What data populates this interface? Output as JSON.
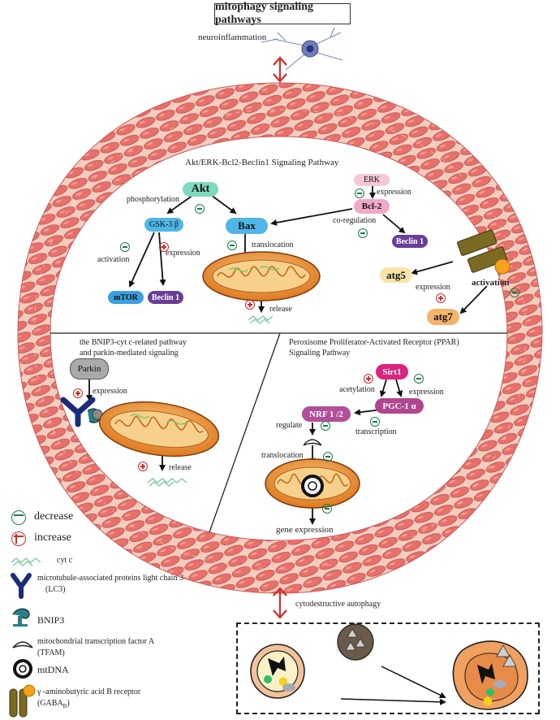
{
  "title": "mitophagy signaling pathways",
  "neuro_label": "neuroinflammation",
  "top_section_title": "Akt/ERK-Bcl2-Beclin1 Signaling Pathway",
  "nodes": {
    "akt": "Akt",
    "gsk": "GSK-3 β",
    "bax": "Bax",
    "erk": "ERK",
    "bcl2": "Bcl-2",
    "mtor": "mTOR",
    "beclin1_left": "Beclin 1",
    "beclin1_right": "Beclin 1",
    "atg5": "atg5",
    "atg7": "atg7",
    "sirt1": "Sirt1",
    "pgc": "PGC-1 α",
    "nrf": "NRF 1 /2",
    "parkin": "Parkin"
  },
  "labels": {
    "phosphorylation": "phosphorylation",
    "expression_erk": "expression",
    "co_regulation": "co-regulation",
    "activation_gsk": "activation",
    "expression_gsk": "expression",
    "translocation_bax": "translocation",
    "release_top": "release",
    "expression_atg": "expression",
    "activation_gaba": "activation",
    "bl_title_1": "the BNIP3-cyt c-related pathway",
    "bl_title_2": "and parkin-mediated signaling",
    "expression_parkin": "expression",
    "release_bl": "release",
    "br_title_1": "Peroxisome Proliferator-Activated Receptor (PPAR)",
    "br_title_2": "Signaling Pathway",
    "acetylation": "acetylation",
    "expression_pgc": "expression",
    "regulate": "regulate",
    "transcription": "transcription",
    "translocation_br": "translocation",
    "gene_expression": "gene expression",
    "cyto_autophagy": "cytodestructive autophagy"
  },
  "legend": {
    "decrease": "decrease",
    "increase": "increase",
    "cytc": "cyt c",
    "lc3_1": "microtubule-associated proteins light chain 3",
    "lc3_2": "(LC3)",
    "bnip3": "BNIP3",
    "tfam_1": "mitochondrial transcription factor A",
    "tfam_2": "(TFAM)",
    "mtdna": "mtDNA",
    "gaba_1": "γ -aminobutyric acid B receptor",
    "gaba_2": "(GABA",
    "gaba_sub": "B",
    "gaba_3": ")"
  },
  "colors": {
    "akt": "#7fd9c0",
    "gsk": "#4fb6e6",
    "bax": "#4fb6e6",
    "erk": "#f6c7d9",
    "bcl2": "#f0a8c8",
    "mtor": "#3aa0e0",
    "beclin": "#6a3d98",
    "atg": "#f9e3a8",
    "sirt1": "#d9237f",
    "pgc": "#b0468f",
    "nrf": "#b24f98",
    "parkin": "#a9a9a9",
    "mito_outer": "#e07a20",
    "mito_inner": "#f5a94a",
    "arrow_red": "#d42a2a",
    "minus_green": "#1a7a4a",
    "plus_red": "#d42a2a"
  }
}
